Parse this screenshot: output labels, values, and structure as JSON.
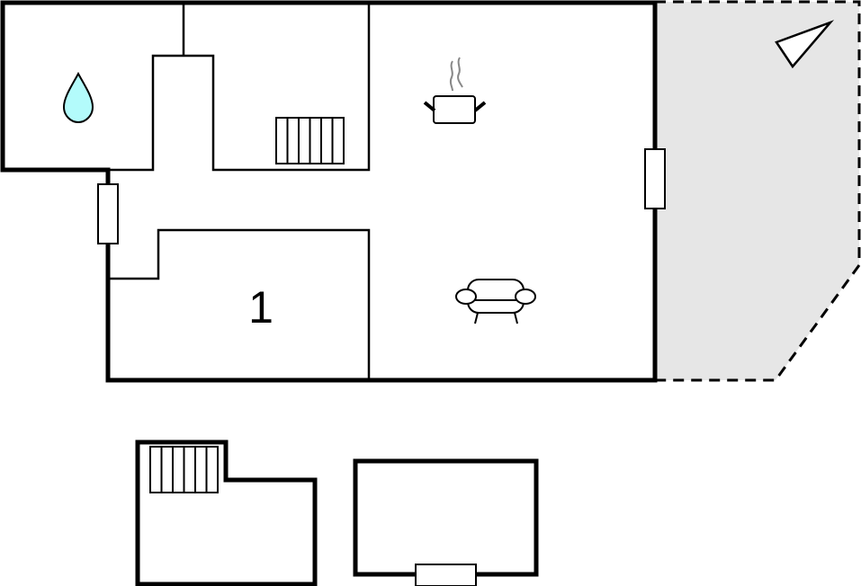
{
  "diagram": {
    "type": "floor-plan",
    "colors": {
      "wall": "#000000",
      "terrace_fill": "#e6e6e6",
      "water_drop": "#b3fbfb",
      "steam": "#888888",
      "background": "#ffffff"
    },
    "rooms": [
      {
        "id": "bathroom",
        "icon": "water-drop-icon"
      },
      {
        "id": "stair-room",
        "icon": "staircase-icon"
      },
      {
        "id": "kitchen-living",
        "icons": [
          "cooking-pot-icon",
          "sofa-icon"
        ]
      },
      {
        "id": "bedroom-1",
        "label": "1"
      },
      {
        "id": "terrace",
        "icon": "compass-north-arrow-icon"
      },
      {
        "id": "annex-left",
        "icon": "staircase-icon"
      },
      {
        "id": "annex-right"
      }
    ],
    "labels": {
      "bedroom_number": "1"
    }
  }
}
